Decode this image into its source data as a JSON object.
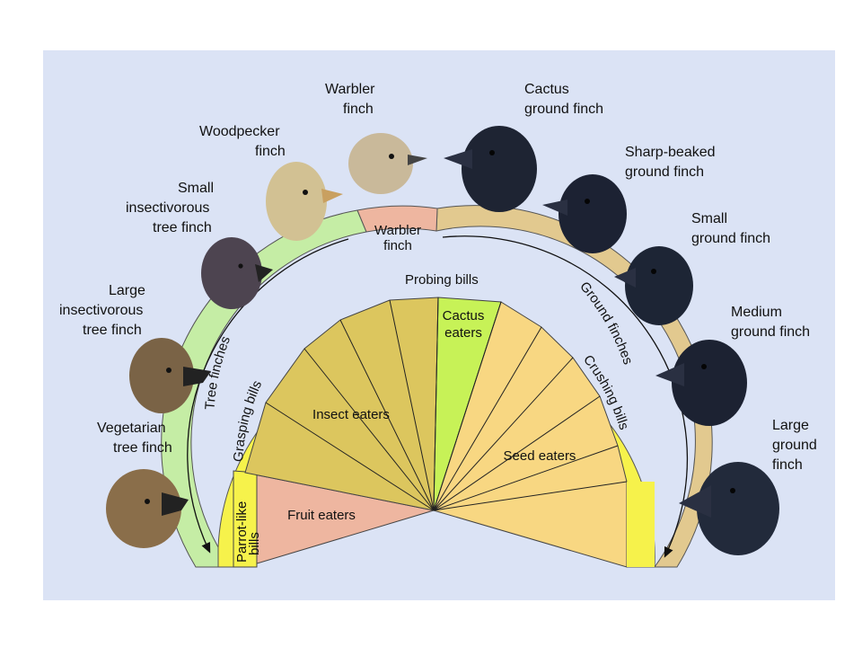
{
  "finches": [
    {
      "id": "vegetarian",
      "lines": [
        "Vegetarian",
        "tree finch"
      ],
      "color": "#8a6e4a"
    },
    {
      "id": "large-insectivorous",
      "lines": [
        "Large",
        "insectivorous",
        "tree finch"
      ],
      "color": "#7a6346"
    },
    {
      "id": "small-insectivorous",
      "lines": [
        "Small",
        "insectivorous",
        "tree finch"
      ],
      "color": "#4d4450"
    },
    {
      "id": "woodpecker",
      "lines": [
        "Woodpecker",
        "finch"
      ],
      "color": "#d2c193"
    },
    {
      "id": "warbler",
      "lines": [
        "Warbler",
        "finch"
      ],
      "color": "#c9b99a"
    },
    {
      "id": "cactus-ground",
      "lines": [
        "Cactus",
        "ground finch"
      ],
      "color": "#1e2433"
    },
    {
      "id": "sharp-beaked-ground",
      "lines": [
        "Sharp-beaked",
        "ground finch"
      ],
      "color": "#1c2233"
    },
    {
      "id": "small-ground",
      "lines": [
        "Small",
        "ground finch"
      ],
      "color": "#1d2535"
    },
    {
      "id": "medium-ground",
      "lines": [
        "Medium",
        "ground finch"
      ],
      "color": "#1c2232"
    },
    {
      "id": "large-ground",
      "lines": [
        "Large",
        "ground",
        "finch"
      ],
      "color": "#222a3b"
    }
  ],
  "groups": {
    "tree": "Tree finches",
    "ground": "Ground finches",
    "warbler": [
      "Warbler",
      "finch"
    ]
  },
  "bills": {
    "parrot": [
      "Parrot-like",
      "bills"
    ],
    "grasping": "Grasping bills",
    "probing": "Probing bills",
    "crushing": "Crushing bills"
  },
  "diets": {
    "fruit": "Fruit eaters",
    "insect": "Insect eaters",
    "cactus": [
      "Cactus",
      "eaters"
    ],
    "seed": "Seed eaters"
  },
  "colors": {
    "background": "#dbe3f5",
    "tree_band": "#c5eda5",
    "ground_band": "#e2c98f",
    "warbler_band": "#eeb6a0",
    "bill_band": "#f6f24b",
    "fruit": "#eeb6a0",
    "insect": "#dcc65e",
    "cactus": "#c7f257",
    "seed": "#f8d782"
  }
}
